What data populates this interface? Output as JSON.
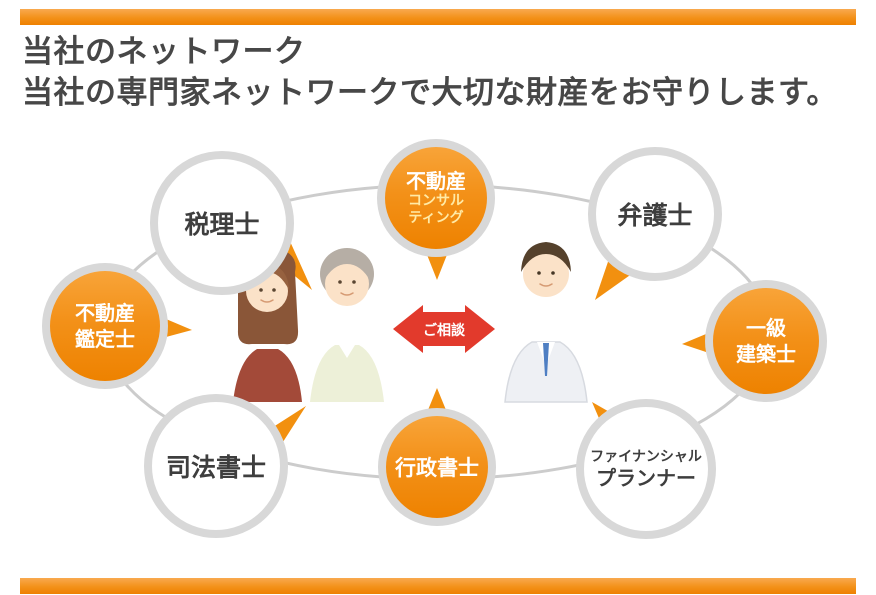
{
  "header": {
    "title": "当社のネットワーク",
    "subtitle": "当社の専門家ネットワークで大切な財産をお守りします。"
  },
  "diagram": {
    "center_label": "ご相談",
    "nodes": [
      {
        "id": "tax-accountant",
        "lines": [
          "税理士"
        ],
        "style": "white"
      },
      {
        "id": "real-estate-consulting",
        "lines": [
          "不動産",
          "コンサル",
          "ティング"
        ],
        "style": "orange"
      },
      {
        "id": "lawyer",
        "lines": [
          "弁護士"
        ],
        "style": "white"
      },
      {
        "id": "real-estate-appraiser",
        "lines": [
          "不動産",
          "鑑定士"
        ],
        "style": "orange"
      },
      {
        "id": "first-class-architect",
        "lines": [
          "一級",
          "建築士"
        ],
        "style": "orange"
      },
      {
        "id": "judicial-scrivener",
        "lines": [
          "司法書士"
        ],
        "style": "white"
      },
      {
        "id": "administrative-scrivener",
        "lines": [
          "行政書士"
        ],
        "style": "orange"
      },
      {
        "id": "financial-planner",
        "lines": [
          "ファイナンシャル",
          "プランナー"
        ],
        "style": "white"
      }
    ],
    "illustrations": [
      "elderly-couple-clients",
      "consultant-man"
    ]
  },
  "colors": {
    "accent_orange": "#f39119",
    "ring_gray": "#d8d8d8",
    "consult_red": "#e23a2c",
    "title_gray": "#474747"
  }
}
